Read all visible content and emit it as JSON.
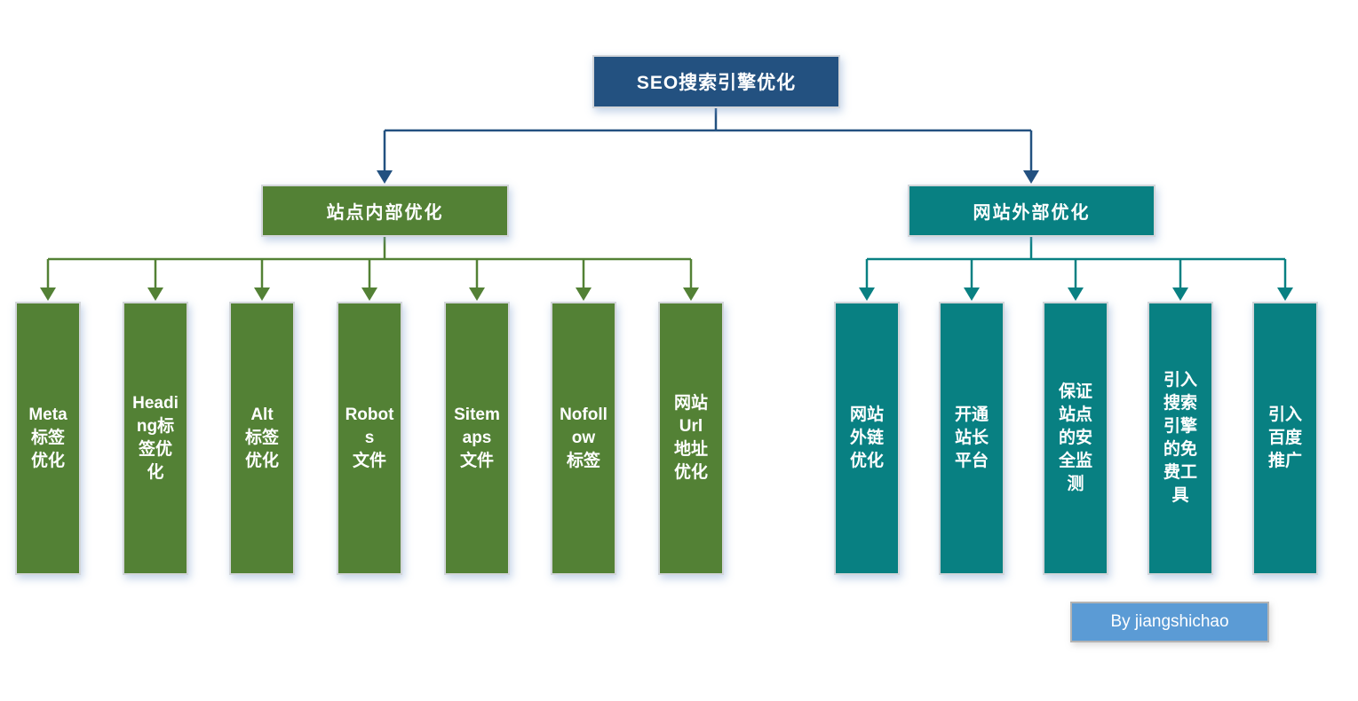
{
  "colors": {
    "background": "#ffffff",
    "dark_blue": "#235180",
    "green": "#538135",
    "teal": "#088082",
    "light_blue": "#5b9bd5",
    "node_border": "#d3d6da",
    "node_text": "#ffffff"
  },
  "root": {
    "label": "SEO搜索引擎优化"
  },
  "branches": {
    "internal": {
      "label": "站点内部优化",
      "children": [
        {
          "text": "Meta\n标签\n优化"
        },
        {
          "text": "Headi\nng标\n签优\n化"
        },
        {
          "text": "Alt\n标签\n优化"
        },
        {
          "text": "Robot\ns\n文件"
        },
        {
          "text": "Sitem\naps\n文件"
        },
        {
          "text": "Nofoll\now\n标签"
        },
        {
          "text": "网站\nUrl\n地址\n优化"
        }
      ]
    },
    "external": {
      "label": "网站外部优化",
      "children": [
        {
          "text": "网站\n外链\n优化"
        },
        {
          "text": "开通\n站长\n平台"
        },
        {
          "text": "保证\n站点\n的安\n全监\n测"
        },
        {
          "text": "引入\n搜索\n引擎\n的免\n费工\n具"
        },
        {
          "text": "引入\n百度\n推广"
        }
      ]
    }
  },
  "credit": {
    "text": "By jiangshichao"
  }
}
